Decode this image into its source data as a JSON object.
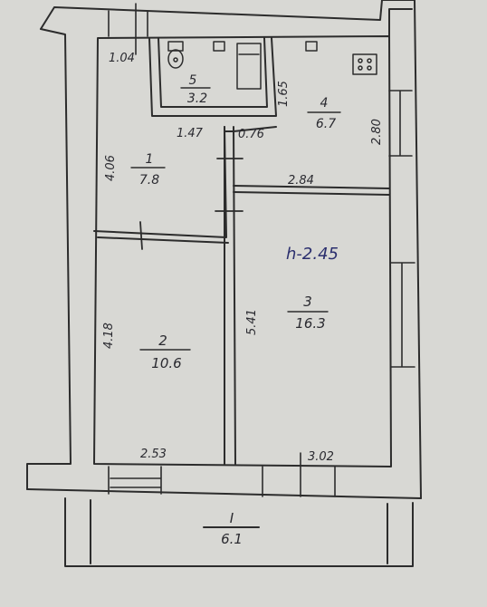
{
  "rooms": [
    {
      "id": "1",
      "area": "7.8"
    },
    {
      "id": "2",
      "area": "10.6"
    },
    {
      "id": "3",
      "area": "16.3"
    },
    {
      "id": "4",
      "area": "6.7"
    },
    {
      "id": "5",
      "area": "3.2"
    },
    {
      "id": "I",
      "area": "6.1"
    }
  ],
  "dimensions": {
    "d1": "1.04",
    "d2": "1.65",
    "d3": "1.47",
    "d4": "0.76",
    "d5": "2.80",
    "d6": "4.06",
    "d7": "2.84",
    "d8": "4.18",
    "d9": "5.41",
    "d10": "2.53",
    "d11": "3.02"
  },
  "ceiling_height": "h-2.45",
  "colors": {
    "paper": "#d8d8d4",
    "ink": "#2c2c2c",
    "text": "#2a2a30"
  }
}
